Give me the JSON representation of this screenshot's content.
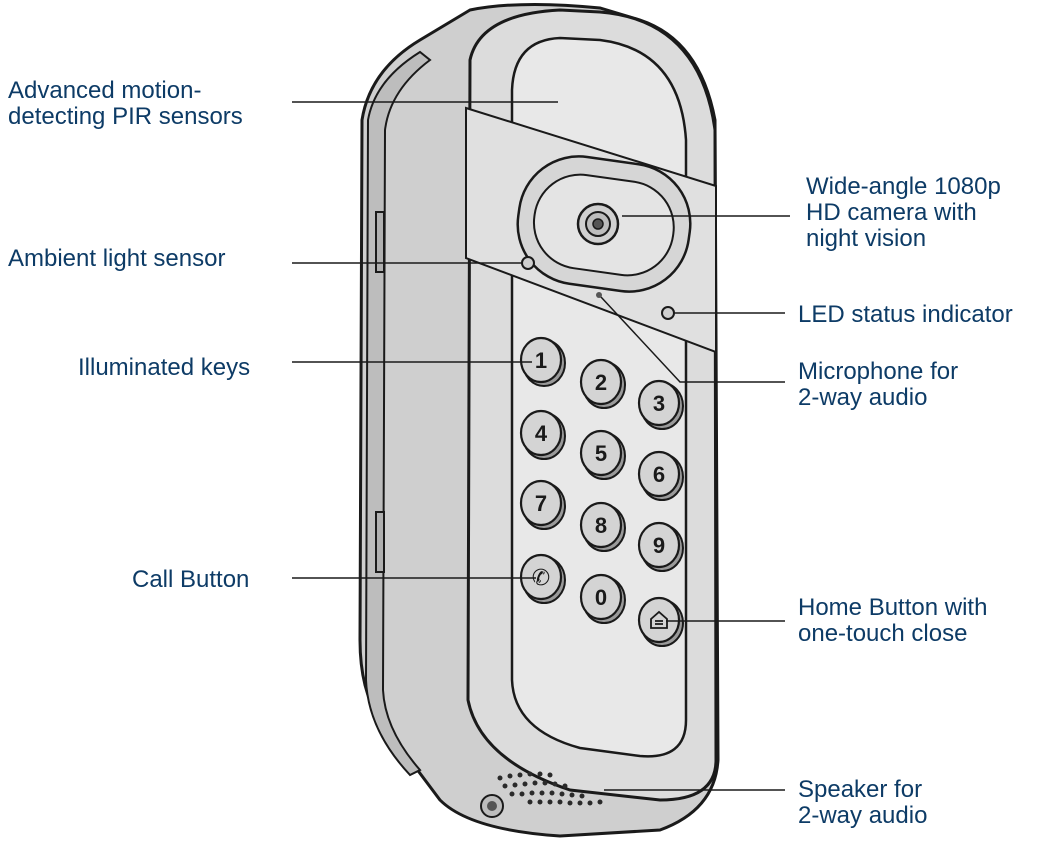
{
  "labels": {
    "pir": [
      "Advanced motion-",
      "detecting PIR sensors"
    ],
    "ambient": [
      "Ambient light sensor"
    ],
    "keys": [
      "Illuminated keys"
    ],
    "call": [
      "Call Button"
    ],
    "camera": [
      "Wide-angle 1080p",
      "HD camera with",
      "night vision"
    ],
    "led": [
      "LED status indicator"
    ],
    "mic": [
      "Microphone for",
      "2-way audio"
    ],
    "home": [
      "Home Button with",
      "one-touch close"
    ],
    "speaker": [
      "Speaker for",
      "2-way audio"
    ]
  },
  "keypad": [
    "1",
    "2",
    "3",
    "4",
    "5",
    "6",
    "7",
    "8",
    "9",
    "call",
    "0",
    "home"
  ],
  "colors": {
    "label": "#0d3b66",
    "outline": "#1a1a1a",
    "body": "#d9d9d9",
    "face": "#e6e6e6",
    "shadow": "#bfbfbf"
  }
}
